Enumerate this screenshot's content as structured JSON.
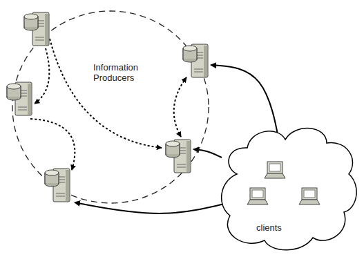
{
  "diagram": {
    "nodes": [
      {
        "text": [
          "Information Producers"
        ]
      },
      {
        "text": [
          "clients"
        ]
      }
    ],
    "edges": [
      {
        "from": 1,
        "to": 0,
        "arrow": "to"
      },
      {
        "from": 1,
        "to": 0,
        "arrow": "to"
      },
      {
        "from": 1,
        "to": 0,
        "arrow": "to"
      }
    ]
  }
}
